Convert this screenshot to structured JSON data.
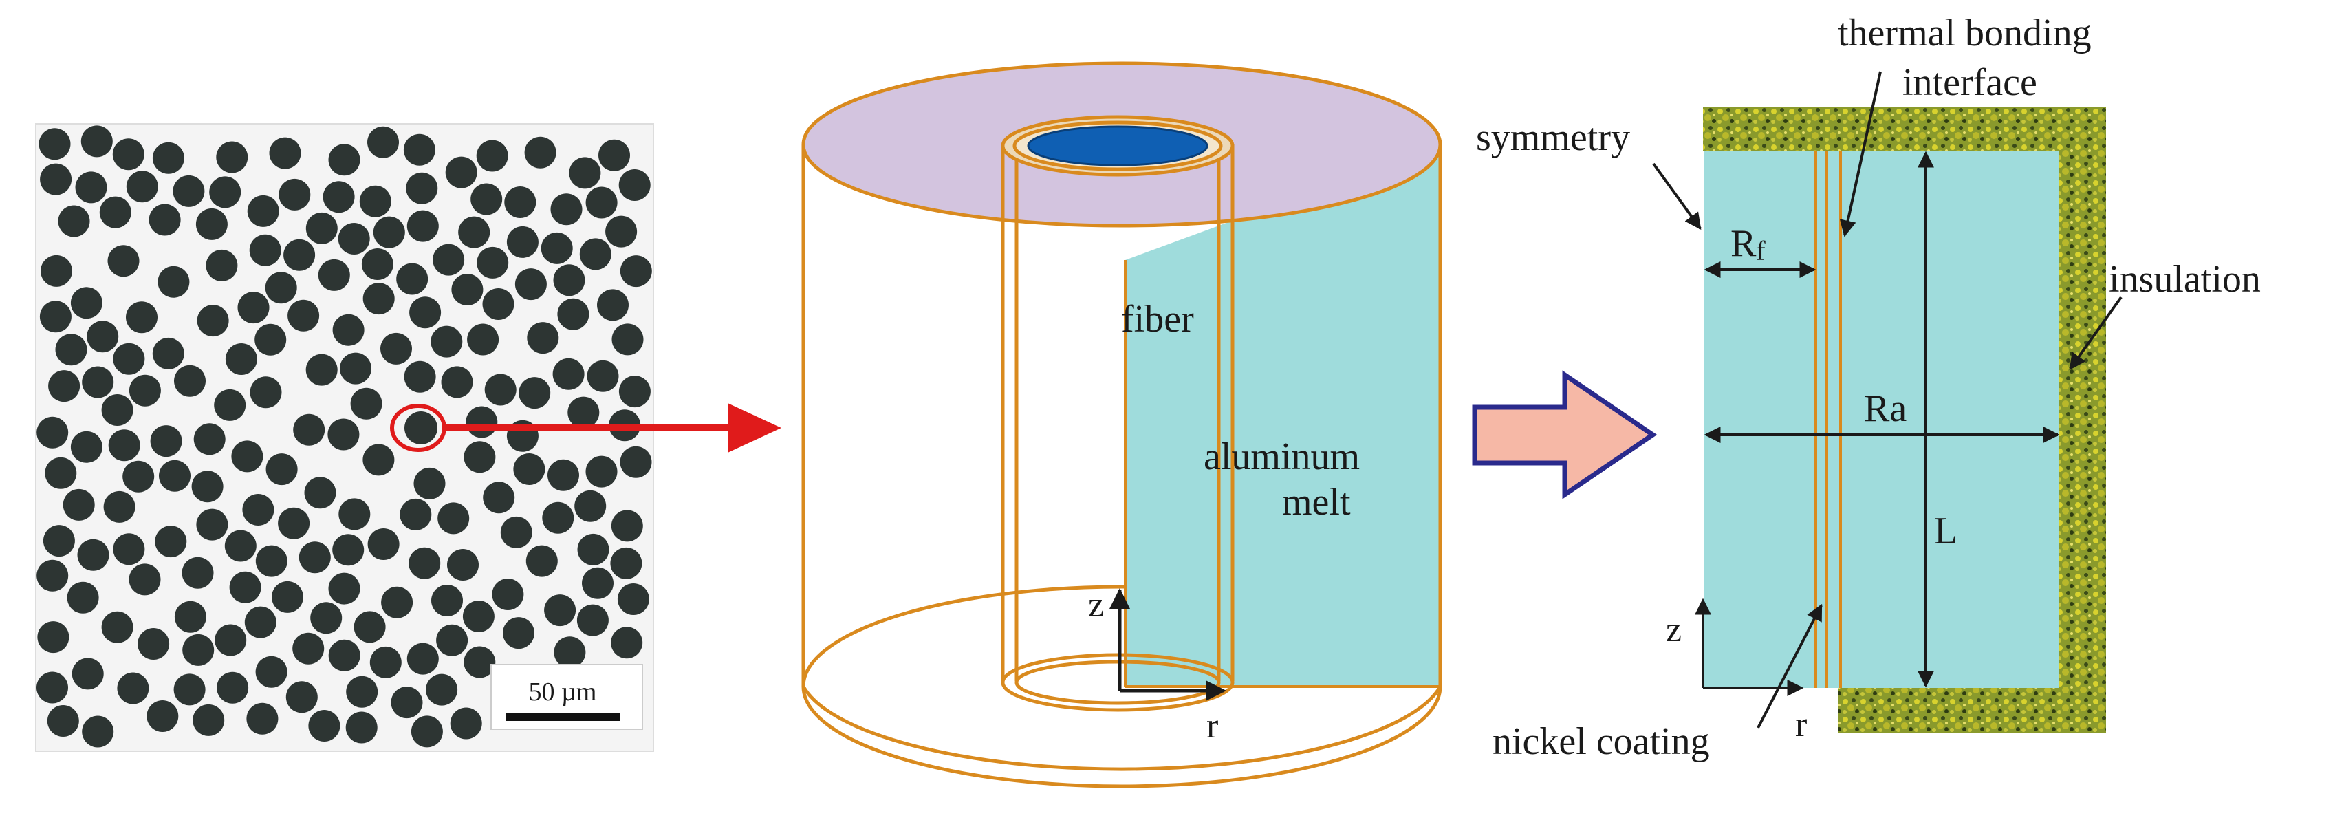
{
  "scale_bar": {
    "label": "50 µm"
  },
  "cylinder": {
    "fiber_label": "fiber",
    "melt_label_line1": "aluminum",
    "melt_label_line2": "melt",
    "axis_z": "z",
    "axis_r": "r"
  },
  "schematic": {
    "symmetry": "symmetry",
    "interface_line1": "thermal bonding",
    "interface_line2": "interface",
    "insulation": "insulation",
    "nickel_coating": "nickel coating",
    "rf_label": "R",
    "rf_sub": "f",
    "ra_label": "Ra",
    "l_label": "L",
    "axis_z": "z",
    "axis_r": "r"
  },
  "colors": {
    "fiber_dark": "#2d3533",
    "highlight_red": "#e01b1b",
    "cylinder_outline": "#d98a1e",
    "top_face": "#d3c4df",
    "fiber_core": "#0f5fb3",
    "melt": "#9fdcdc",
    "insulation": "#8a9a2c",
    "arrow_fill": "#f6b8a6",
    "arrow_stroke": "#2a2a8c"
  }
}
